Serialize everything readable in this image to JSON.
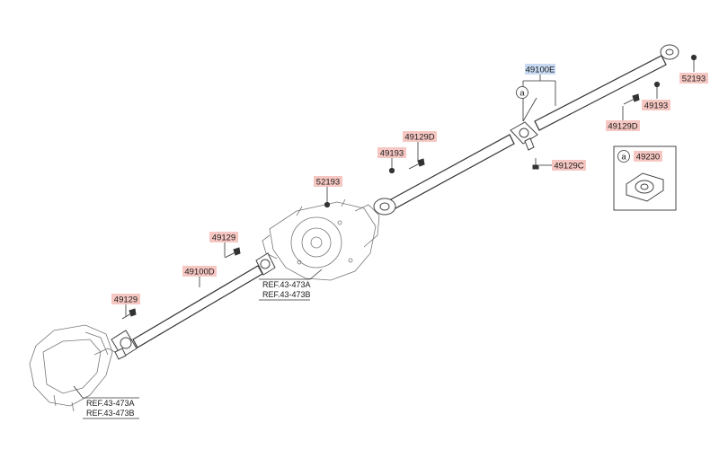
{
  "labels": {
    "p49100E": "49100E",
    "p52193_top": "52193",
    "p49193_right": "49193",
    "p49129D_right": "49129D",
    "p49129D_mid": "49129D",
    "p49193_mid": "49193",
    "p49129C": "49129C",
    "p49230": "49230",
    "p52193_center": "52193",
    "p49129_mid": "49129",
    "p49100D": "49100D",
    "p49129_left": "49129"
  },
  "markers": {
    "a_main": "a",
    "a_box": "a"
  },
  "refs": {
    "center_a": "REF.43-473A",
    "center_b": "REF.43-473B",
    "left_a": "REF.43-473A",
    "left_b": "REF.43-473B"
  },
  "colors": {
    "tag_red": "#f6c7c2",
    "tag_blue": "#c8daf2",
    "line": "#333333"
  }
}
